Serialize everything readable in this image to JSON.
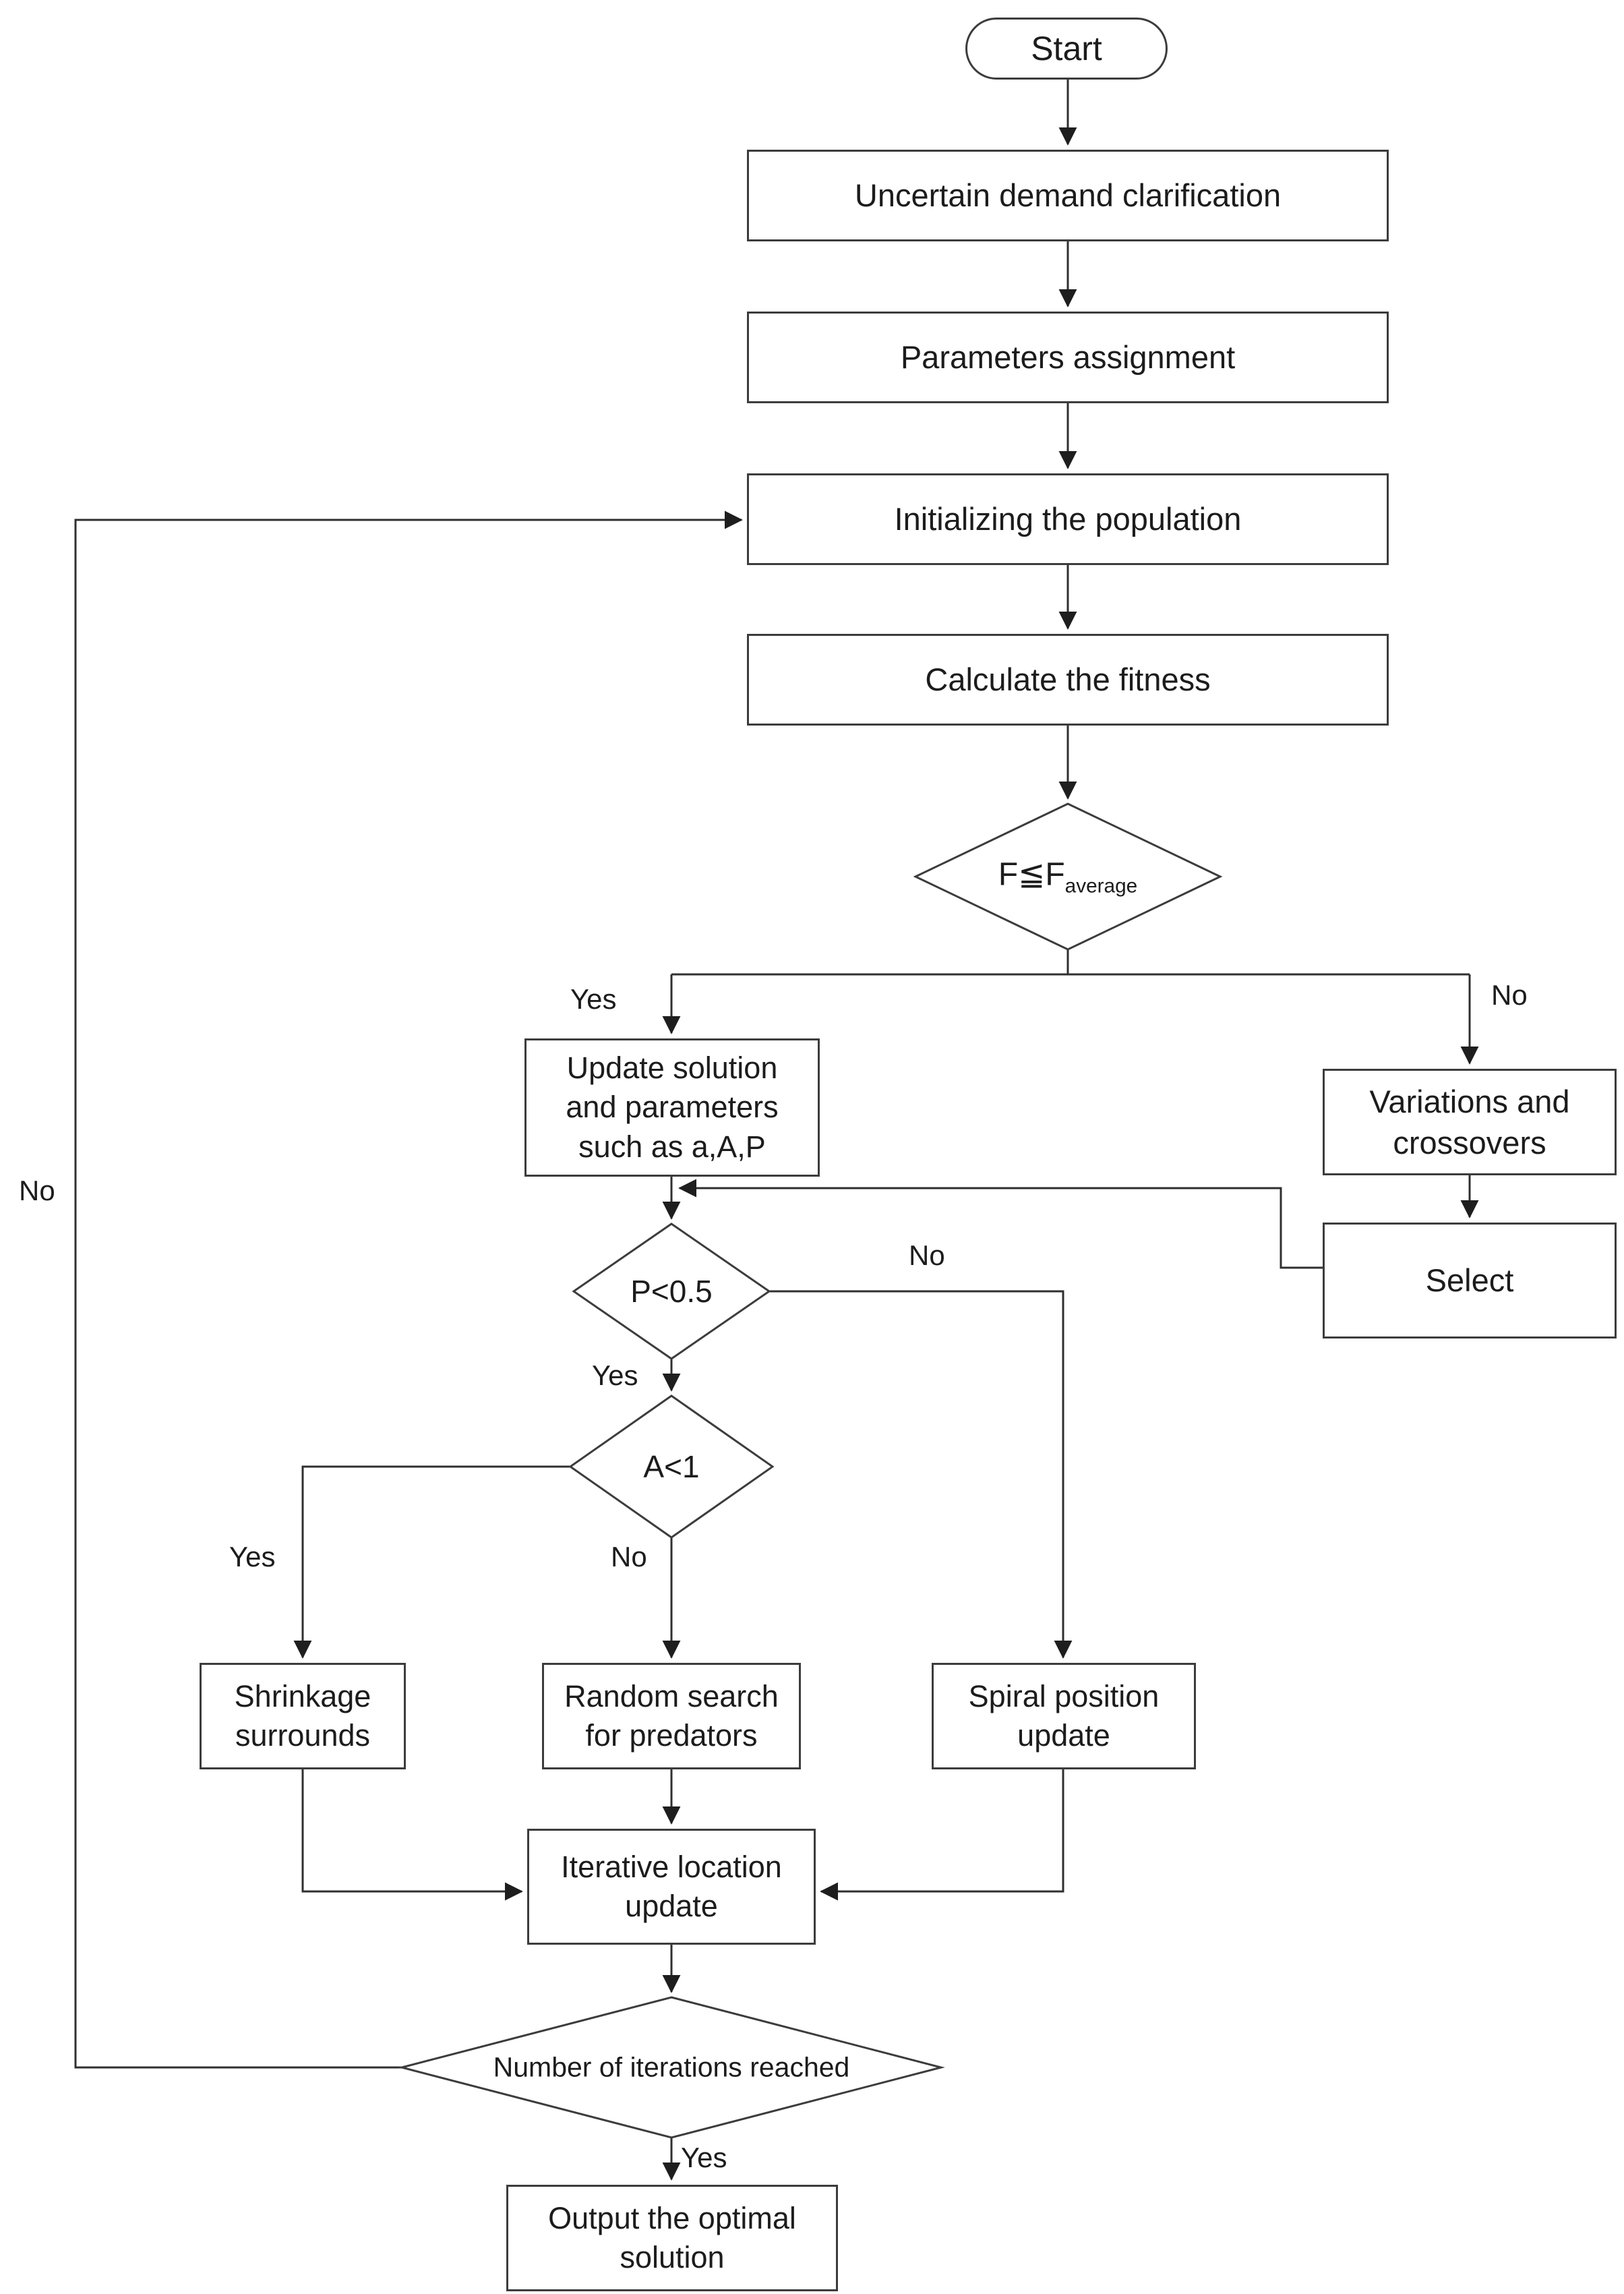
{
  "nodes": {
    "start": {
      "label": "Start"
    },
    "uncertain": {
      "label": "Uncertain demand clarification"
    },
    "params": {
      "label": "Parameters assignment"
    },
    "init": {
      "label": "Initializing the population"
    },
    "fitness": {
      "label": "Calculate the fitness"
    },
    "f_check": {
      "label_main": "F≦F",
      "label_sub": "average"
    },
    "update": {
      "label": "Update solution\nand parameters\nsuch as a,A,P"
    },
    "variations": {
      "label": "Variations and\ncrossovers"
    },
    "select": {
      "label": "Select"
    },
    "p_check": {
      "label": "P<0.5"
    },
    "a_check": {
      "label": "A<1"
    },
    "shrinkage": {
      "label": "Shrinkage\nsurrounds"
    },
    "random_search": {
      "label": "Random search\nfor predators"
    },
    "spiral": {
      "label": "Spiral position\nupdate"
    },
    "iterative": {
      "label": "Iterative location\nupdate"
    },
    "iterations_check": {
      "label": "Number of iterations reached"
    },
    "output": {
      "label": "Output the optimal\nsolution"
    }
  },
  "edge_labels": {
    "f_yes": "Yes",
    "f_no": "No",
    "p_yes": "Yes",
    "p_no": "No",
    "a_yes": "Yes",
    "a_no": "No",
    "iterations_yes": "Yes",
    "loop_no": "No"
  },
  "colors": {
    "background": "#ffffff",
    "line": "#2f2f2f",
    "border": "#3c3c3c",
    "text": "#1c1c1c"
  }
}
